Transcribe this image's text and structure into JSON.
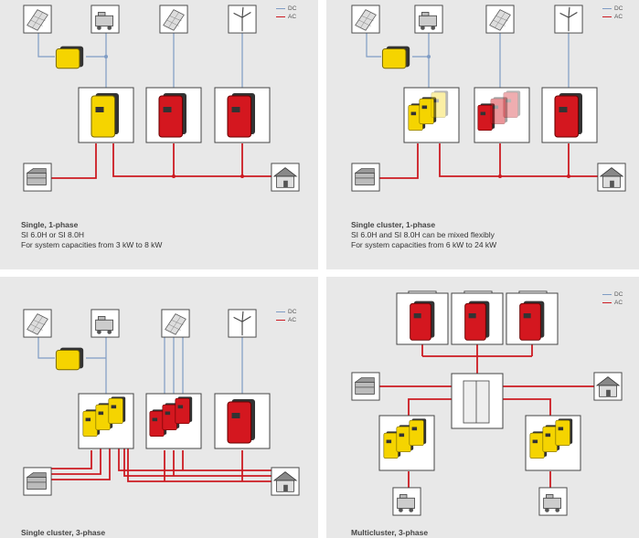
{
  "colors": {
    "dc": "#7f9cc4",
    "ac": "#cc1b22",
    "panel_bg": "#e8e8e8",
    "yellow": "#f5d400",
    "red": "#d4171f"
  },
  "legend": {
    "dc": "DC",
    "ac": "AC"
  },
  "icons": [
    "solar-panel-icon",
    "generator-icon",
    "wind-turbine-icon",
    "hydro-turbine-icon",
    "house-icon",
    "grid-icon",
    "switch-cabinet-icon",
    "inverter-icon"
  ],
  "panels": [
    {
      "title": "Single, 1-phase",
      "line1": "SI 6.0H or SI 8.0H",
      "line2": "For system capacities from 3 kW to 8 kW"
    },
    {
      "title": "Single cluster, 1-phase",
      "line1": "SI 6.0H and SI 8.0H can be mixed flexibly",
      "line2": "For system capacities from 6 kW to 24 kW"
    },
    {
      "title": "Single cluster, 3-phase",
      "line1": "",
      "line2": ""
    },
    {
      "title": "Multicluster, 3-phase",
      "line1": "",
      "line2": ""
    }
  ]
}
